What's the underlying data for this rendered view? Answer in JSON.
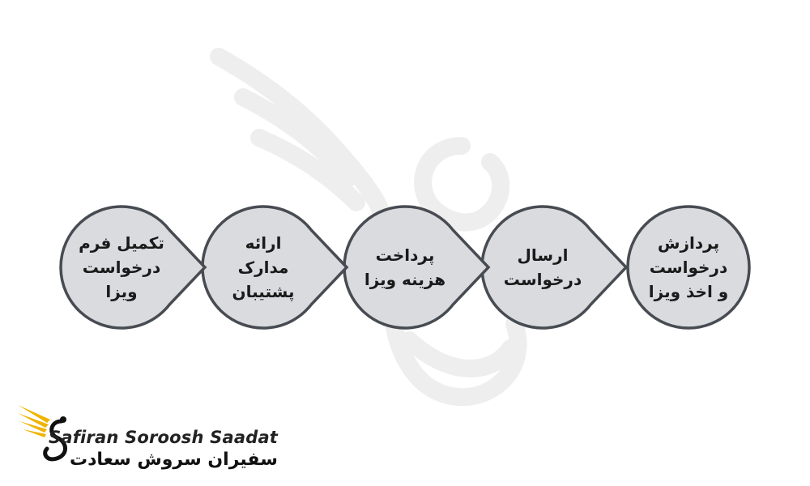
{
  "diagram": {
    "steps": [
      {
        "lines": [
          "تکمیل فرم",
          "درخواست",
          "ویزا"
        ]
      },
      {
        "lines": [
          "ارائه",
          "مدارک",
          "پشتیبان"
        ]
      },
      {
        "lines": [
          "پرداخت",
          "هزینه ویزا"
        ]
      },
      {
        "lines": [
          "ارسال",
          "درخواست"
        ]
      },
      {
        "lines": [
          "پردازش",
          "درخواست",
          "و اخذ ویزا"
        ]
      }
    ],
    "fill_color": "#d9dbdf",
    "stroke_color": "#474b52"
  },
  "brand": {
    "name_en": "Safiran Soroosh Saadat",
    "name_fa": "سفیران سروش سعادت",
    "accent_color": "#f0b400"
  }
}
